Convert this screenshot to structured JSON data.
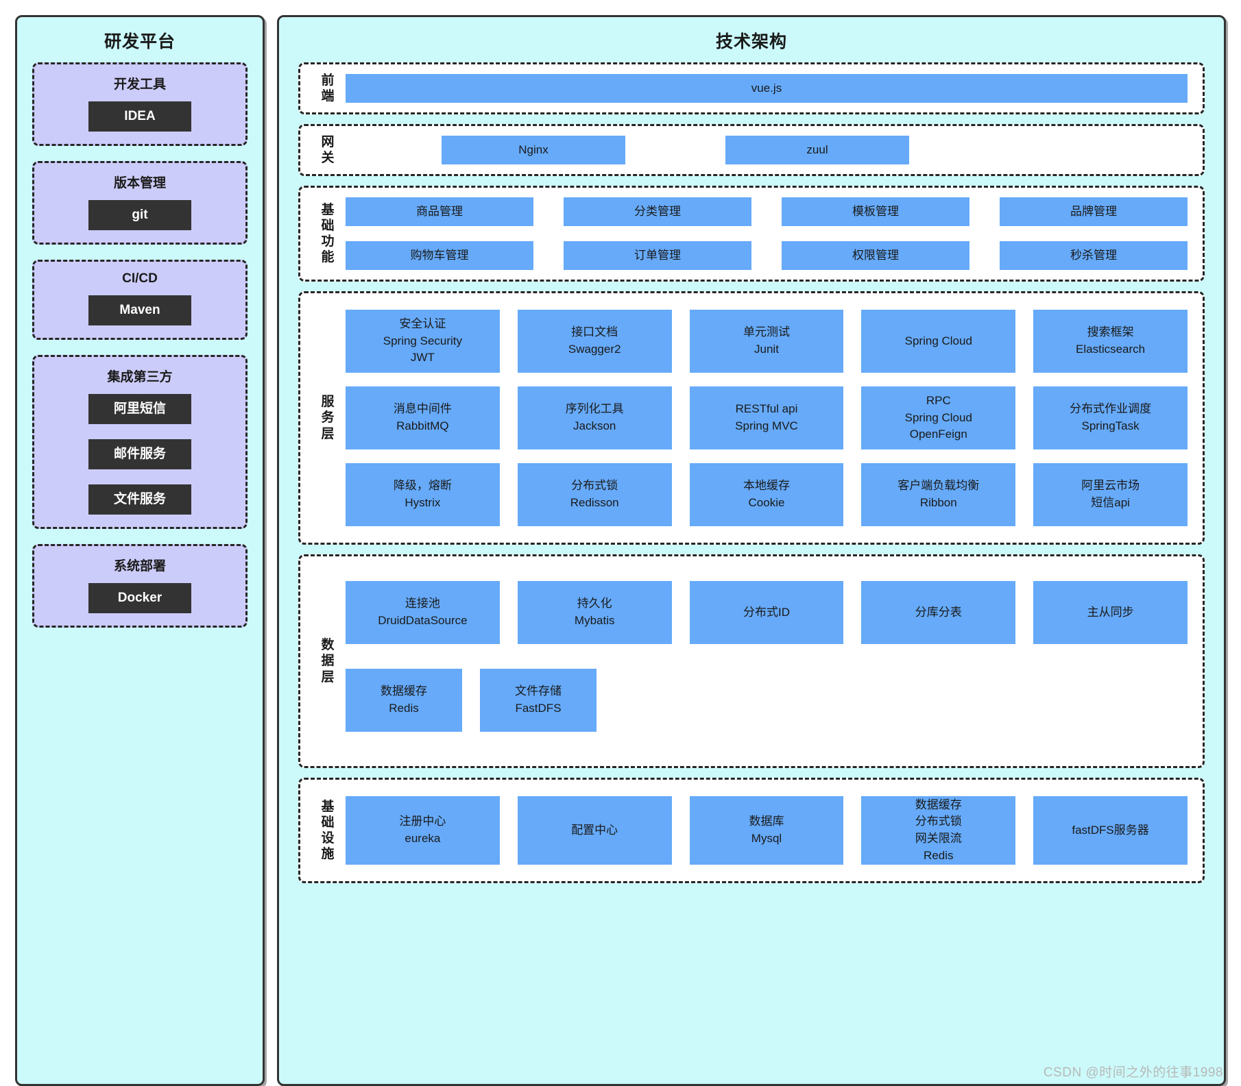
{
  "colors": {
    "panel_bg": "#ccfafa",
    "group_bg": "#ccccfa",
    "chip_bg": "#333333",
    "cell_blue": "#66aaf9",
    "border": "#262626",
    "watermark": "#b8b8b8"
  },
  "left_panel": {
    "title": "研发平台",
    "groups": [
      {
        "title": "开发工具",
        "items": [
          "IDEA"
        ]
      },
      {
        "title": "版本管理",
        "items": [
          "git"
        ]
      },
      {
        "title": "CI/CD",
        "items": [
          "Maven"
        ]
      },
      {
        "title": "集成第三方",
        "items": [
          "阿里短信",
          "邮件服务",
          "文件服务"
        ]
      },
      {
        "title": "系统部署",
        "items": [
          "Docker"
        ]
      }
    ]
  },
  "right_panel": {
    "title": "技术架构",
    "layers": [
      {
        "label": "前端",
        "rows": [
          [
            "vue.js"
          ]
        ]
      },
      {
        "label": "网关",
        "rows": [
          [
            "Nginx",
            "zuul"
          ]
        ]
      },
      {
        "label": "基础功能",
        "rows": [
          [
            "商品管理",
            "分类管理",
            "模板管理",
            "品牌管理"
          ],
          [
            "购物车管理",
            "订单管理",
            "权限管理",
            "秒杀管理"
          ]
        ]
      },
      {
        "label": "服务层",
        "rows": [
          [
            "安全认证\nSpring Security\nJWT",
            "接口文档\nSwagger2",
            "单元测试\nJunit",
            "Spring Cloud",
            "搜索框架\nElasticsearch"
          ],
          [
            "消息中间件\nRabbitMQ",
            "序列化工具\nJackson",
            "RESTful api\nSpring MVC",
            "RPC\nSpring Cloud\nOpenFeign",
            "分布式作业调度\nSpringTask"
          ],
          [
            "降级，熔断\nHystrix",
            "分布式锁\nRedisson",
            "本地缓存\nCookie",
            "客户端负载均衡\nRibbon",
            "阿里云市场\n短信api"
          ]
        ]
      },
      {
        "label": "数据层",
        "rows": [
          [
            "连接池\nDruidDataSource",
            "持久化\nMybatis",
            "分布式ID",
            "分库分表",
            "主从同步"
          ],
          [
            "数据缓存\nRedis",
            "文件存储\nFastDFS"
          ]
        ]
      },
      {
        "label": "基础设施",
        "rows": [
          [
            "注册中心\neureka",
            "配置中心",
            "数据库\nMysql",
            "数据缓存\n分布式锁\n网关限流\nRedis",
            "fastDFS服务器"
          ]
        ]
      }
    ]
  },
  "watermark": "CSDN @时间之外的往事1998"
}
